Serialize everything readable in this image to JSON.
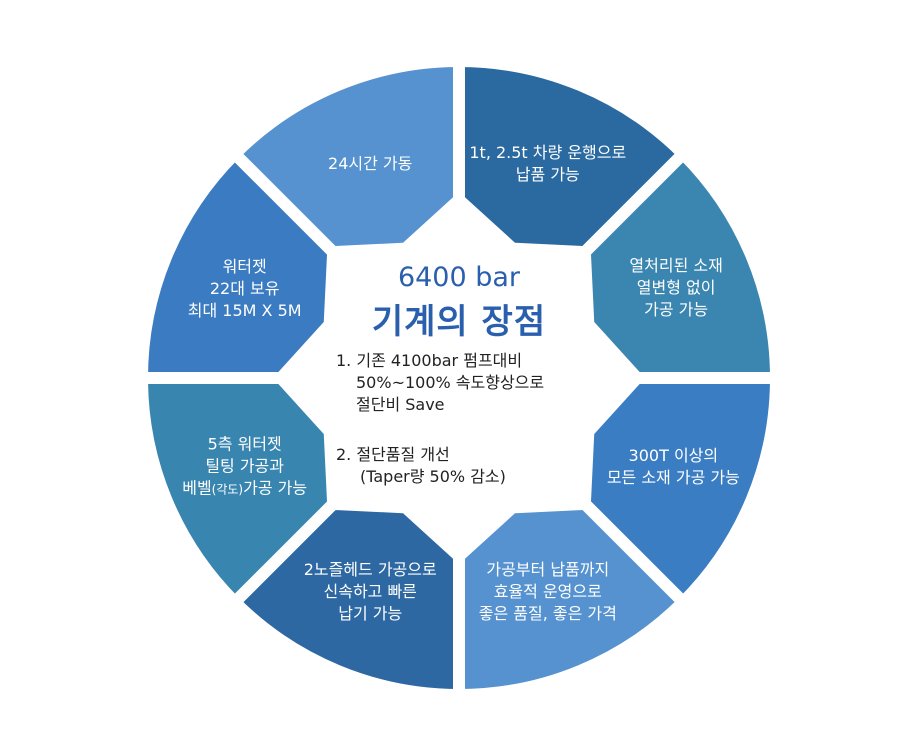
{
  "center": {
    "subtitle": "6400 bar",
    "title": "기계의 장점",
    "points": [
      {
        "lines": [
          "1. 기존 4100bar 펌프대비",
          "50%~100% 속도향상으로",
          "절단비 Save"
        ]
      },
      {
        "lines": [
          "2. 절단품질 개선",
          "(Taper량 50% 감소)"
        ]
      }
    ]
  },
  "segments": [
    {
      "lines": [
        "1t, 2.5t 차량 운행으로",
        "납품 가능"
      ],
      "color": "#2a6aa0"
    },
    {
      "lines": [
        "열처리된 소재",
        "열변형 없이",
        "가공 가능"
      ],
      "color": "#3a86b1"
    },
    {
      "lines": [
        "300T 이상의",
        "모든 소재 가공 가능"
      ],
      "color": "#3a7dc3"
    },
    {
      "lines": [
        "가공부터 납품까지",
        "효율적 운영으로",
        "좋은 품질, 좋은 가격"
      ],
      "color": "#5592cf"
    },
    {
      "lines": [
        "2노즐헤드 가공으로",
        "신속하고 빠른",
        "납기 가능"
      ],
      "color": "#2d68a2"
    },
    {
      "lines": [
        "5측 워터젯",
        "틸팅 가공과"
      ],
      "line3": {
        "a": "베벨",
        "b": "(각도)",
        "c": "가공 가능"
      },
      "color": "#3886b0"
    },
    {
      "lines": [
        "워터젯",
        "22대 보유",
        "최대 15M X 5M"
      ],
      "color": "#3a7bc1"
    },
    {
      "lines": [
        "24시간 가동"
      ],
      "color": "#5592cf"
    }
  ]
}
